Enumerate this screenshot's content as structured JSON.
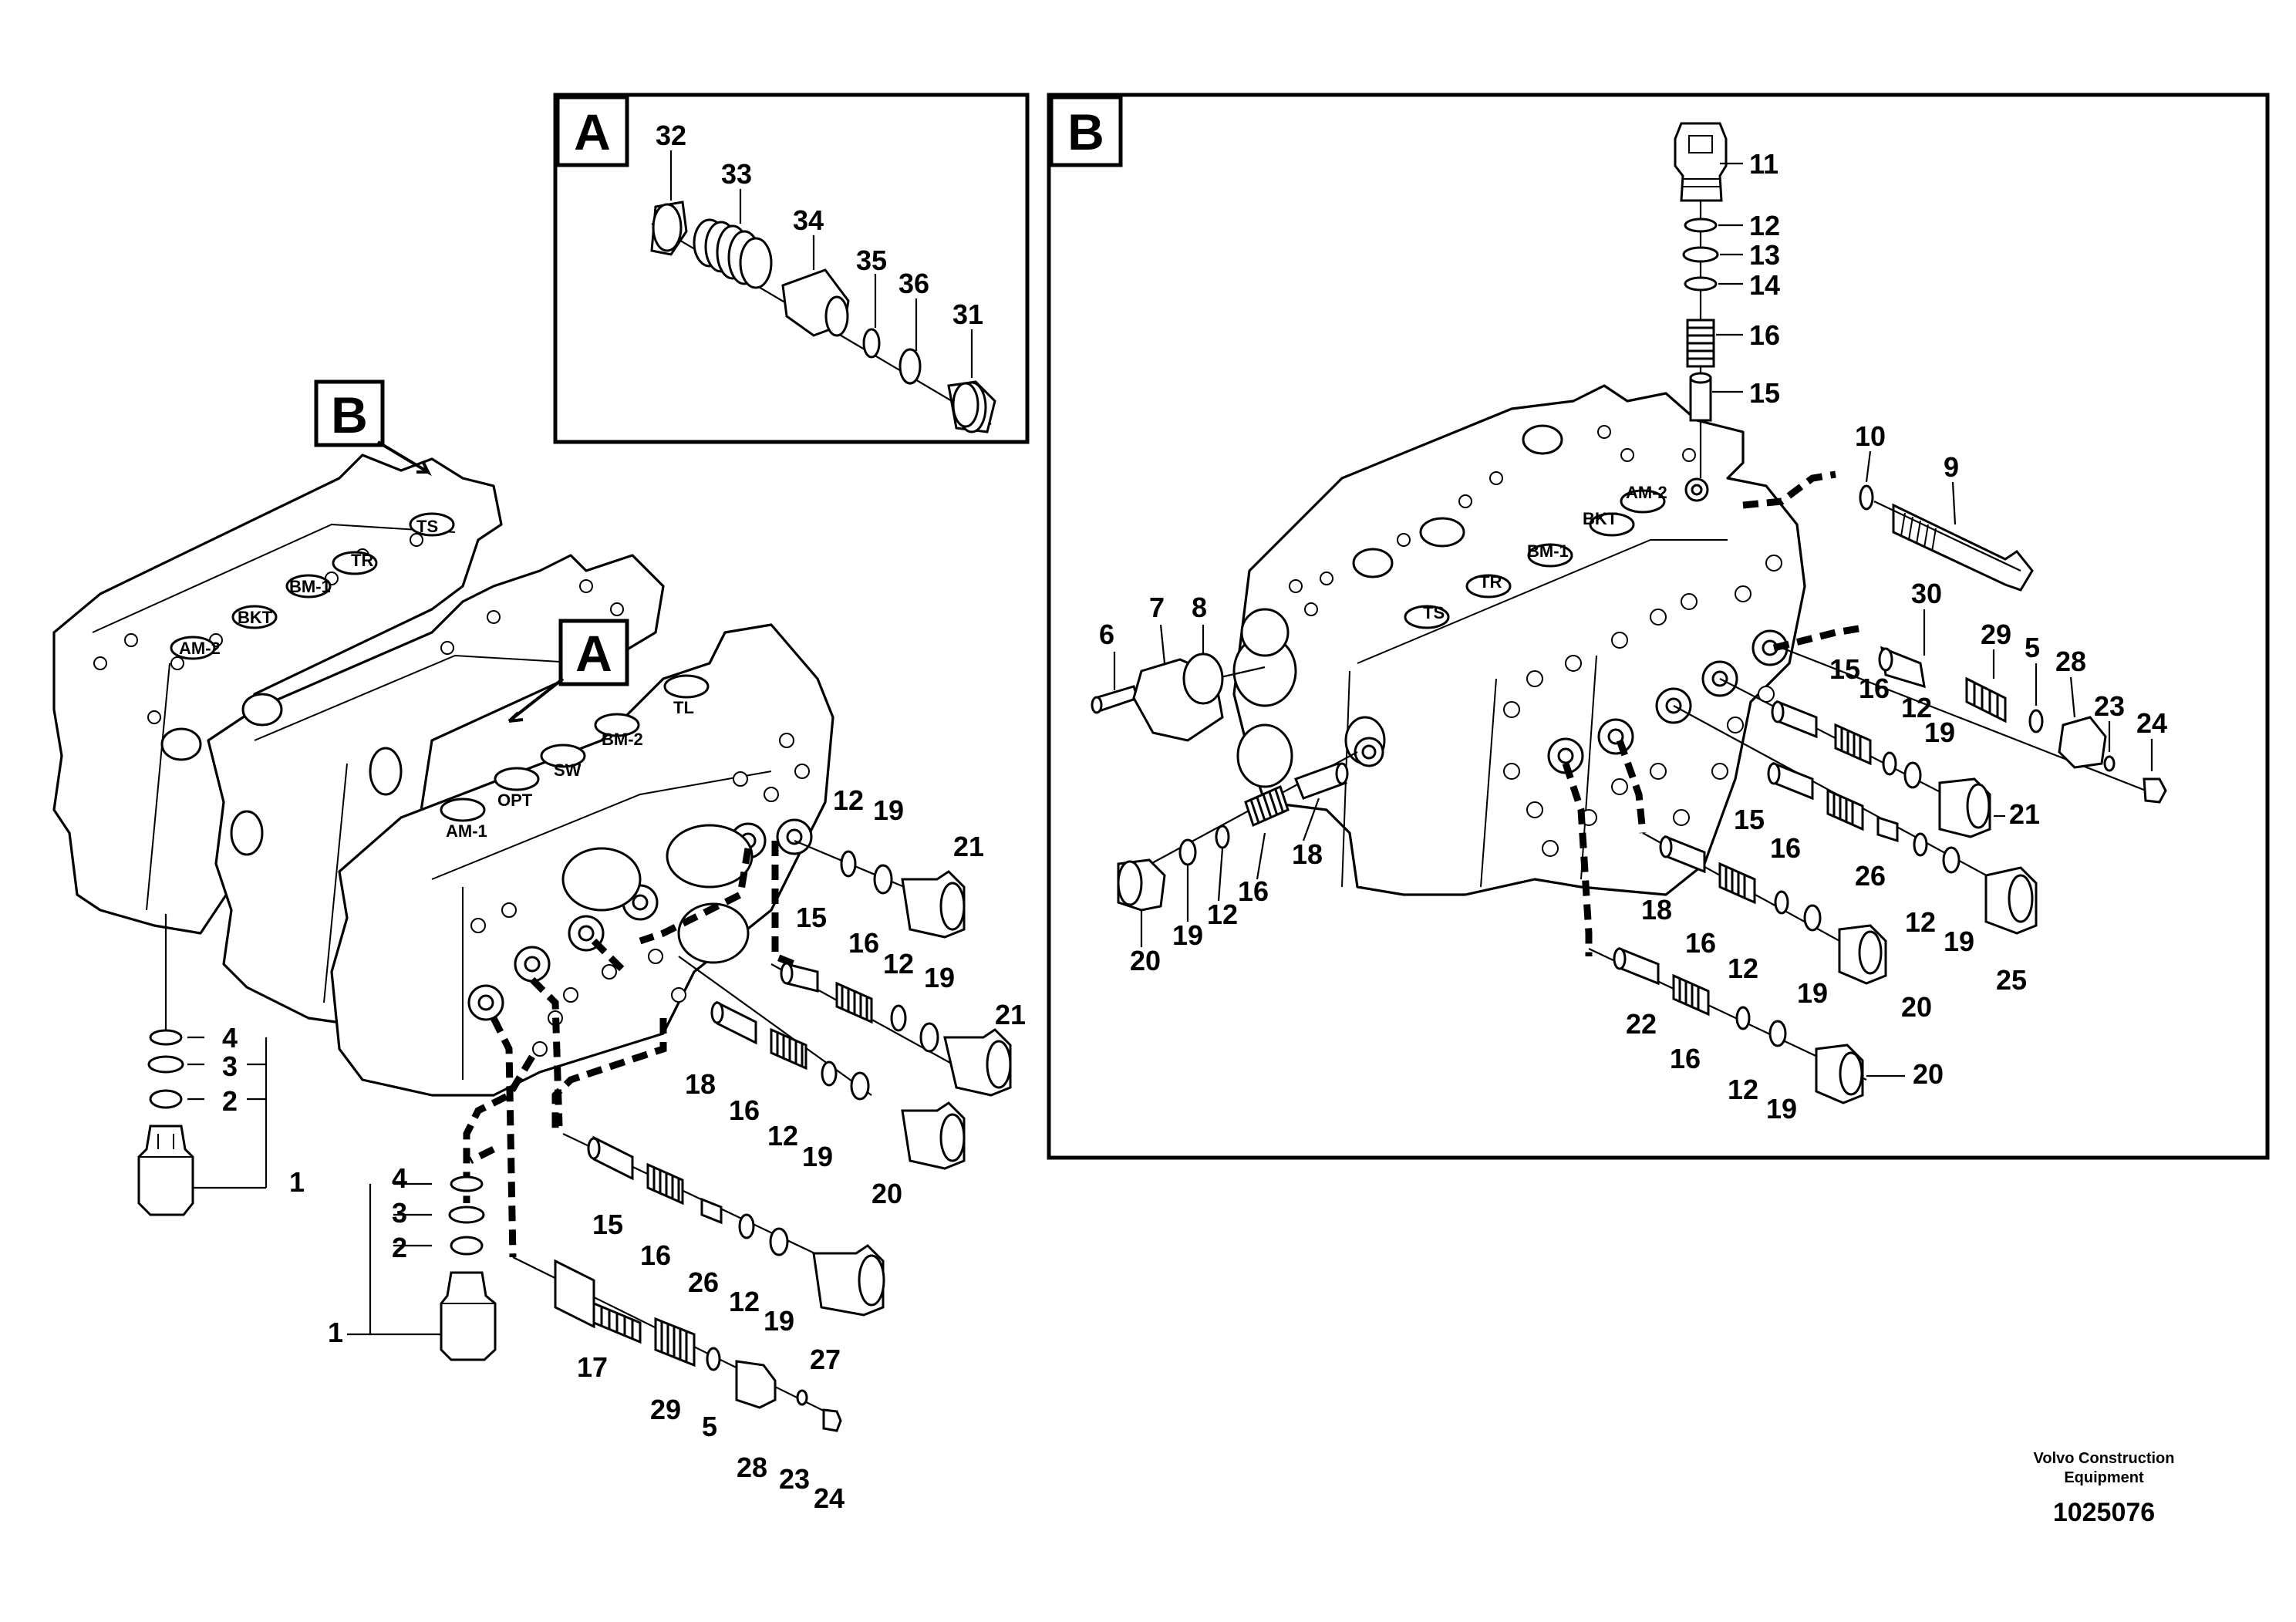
{
  "insets": {
    "a": {
      "letter": "A"
    },
    "b": {
      "letter": "B"
    }
  },
  "callouts": {
    "a_box": "A",
    "b_box": "B"
  },
  "port_labels": {
    "left": [
      "TS",
      "TR",
      "BM-1",
      "BKT",
      "AM-2",
      "TL",
      "BM-2",
      "SW",
      "OPT",
      "AM-1"
    ],
    "right": [
      "AM-2",
      "BKT",
      "BM-1",
      "TR",
      "TS"
    ]
  },
  "part_labels": {
    "inset_a": [
      "32",
      "33",
      "34",
      "35",
      "36",
      "31"
    ],
    "inset_b": [
      "11",
      "12",
      "13",
      "14",
      "16",
      "15",
      "10",
      "9",
      "6",
      "7",
      "8",
      "30",
      "29",
      "5",
      "28",
      "23",
      "24",
      "15",
      "16",
      "12",
      "19",
      "21",
      "15",
      "16",
      "26",
      "12",
      "19",
      "25",
      "18",
      "16",
      "12",
      "19",
      "20",
      "22",
      "16",
      "12",
      "19",
      "20",
      "16",
      "18",
      "12",
      "19",
      "20"
    ],
    "main": [
      "4",
      "3",
      "2",
      "1",
      "12",
      "19",
      "21",
      "15",
      "16",
      "12",
      "19",
      "21",
      "18",
      "16",
      "12",
      "19",
      "20",
      "4",
      "3",
      "2",
      "1",
      "15",
      "16",
      "26",
      "12",
      "19",
      "27",
      "17",
      "29",
      "5",
      "28",
      "23",
      "24"
    ]
  },
  "footer": {
    "company_line1": "Volvo Construction",
    "company_line2": "Equipment",
    "diagram_number": "1025076"
  }
}
